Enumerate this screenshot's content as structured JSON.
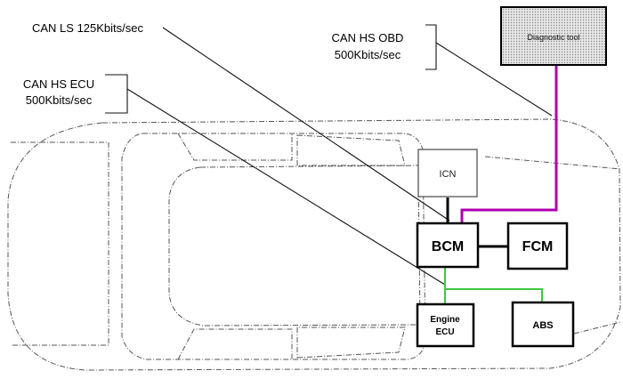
{
  "labels": {
    "can_ls": "CAN LS 125Kbits/sec",
    "can_hs_obd_line1": "CAN HS OBD",
    "can_hs_obd_line2": "500Kbits/sec",
    "can_hs_ecu_line1": "CAN HS ECU",
    "can_hs_ecu_line2": "500Kbits/sec"
  },
  "nodes": {
    "diagnostic_tool": "Diagnostic tool",
    "icn": "ICN",
    "bcm": "BCM",
    "fcm": "FCM",
    "engine_ecu_line1": "Engine",
    "engine_ecu_line2": "ECU",
    "abs": "ABS"
  },
  "colors": {
    "obd_bus": "#b000b0",
    "ecu_bus": "#3ec83e",
    "ls_bus": "#000000",
    "car_outline": "#555555"
  }
}
